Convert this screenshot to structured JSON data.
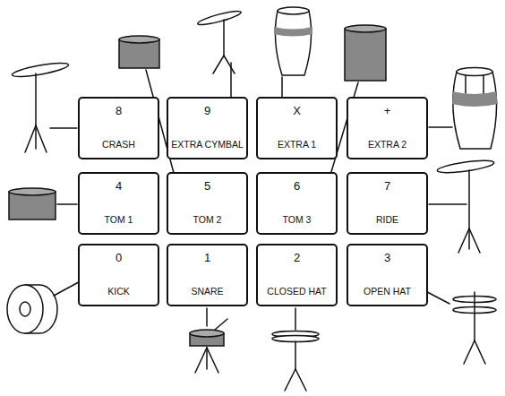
{
  "diagram": {
    "nodes": [
      {
        "text": [
          "8",
          "CRASH"
        ]
      },
      {
        "text": [
          "9",
          "EXTRA CYMBAL"
        ]
      },
      {
        "text": [
          "X",
          "EXTRA 1"
        ]
      },
      {
        "text": [
          "+",
          "EXTRA 2"
        ]
      },
      {
        "text": [
          "4",
          "TOM 1"
        ]
      },
      {
        "text": [
          "5",
          "TOM 2"
        ]
      },
      {
        "text": [
          "6",
          "TOM 3"
        ]
      },
      {
        "text": [
          "7",
          "RIDE"
        ]
      },
      {
        "text": [
          "0",
          "KICK"
        ]
      },
      {
        "text": [
          "1",
          "SNARE"
        ]
      },
      {
        "text": [
          "2",
          "CLOSED HAT"
        ]
      },
      {
        "text": [
          "3",
          "OPEN HAT"
        ]
      }
    ]
  }
}
